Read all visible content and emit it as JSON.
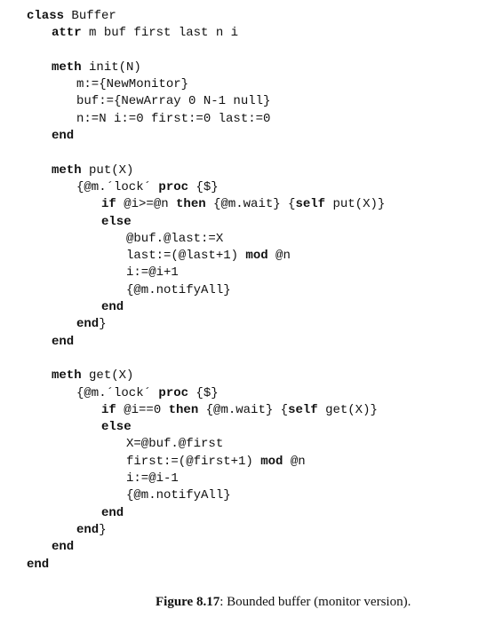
{
  "code": {
    "lines": [
      {
        "indent": 30,
        "segs": [
          {
            "t": "class",
            "kw": true
          },
          {
            "t": " Buffer"
          }
        ]
      },
      {
        "indent": 58,
        "segs": [
          {
            "t": "attr",
            "kw": true
          },
          {
            "t": " m buf first last n i"
          }
        ]
      },
      {
        "blank": true
      },
      {
        "indent": 58,
        "segs": [
          {
            "t": "meth",
            "kw": true
          },
          {
            "t": " init(N)"
          }
        ]
      },
      {
        "indent": 86,
        "segs": [
          {
            "t": "m:={NewMonitor}"
          }
        ]
      },
      {
        "indent": 86,
        "segs": [
          {
            "t": "buf:={NewArray 0 N-1 null}"
          }
        ]
      },
      {
        "indent": 86,
        "segs": [
          {
            "t": "n:=N i:=0 first:=0 last:=0"
          }
        ]
      },
      {
        "indent": 58,
        "segs": [
          {
            "t": "end",
            "kw": true
          }
        ]
      },
      {
        "blank": true
      },
      {
        "indent": 58,
        "segs": [
          {
            "t": "meth",
            "kw": true
          },
          {
            "t": " put(X)"
          }
        ]
      },
      {
        "indent": 86,
        "segs": [
          {
            "t": "{@m.´lock´ "
          },
          {
            "t": "proc",
            "kw": true
          },
          {
            "t": " {$}"
          }
        ]
      },
      {
        "indent": 114,
        "segs": [
          {
            "t": "if",
            "kw": true
          },
          {
            "t": " @i>=@n "
          },
          {
            "t": "then",
            "kw": true
          },
          {
            "t": " {@m.wait} {"
          },
          {
            "t": "self",
            "kw": true
          },
          {
            "t": " put(X)}"
          }
        ]
      },
      {
        "indent": 114,
        "segs": [
          {
            "t": "else",
            "kw": true
          }
        ]
      },
      {
        "indent": 142,
        "segs": [
          {
            "t": "@buf.@last:=X"
          }
        ]
      },
      {
        "indent": 142,
        "segs": [
          {
            "t": "last:=(@last+1) "
          },
          {
            "t": "mod",
            "kw": true
          },
          {
            "t": " @n"
          }
        ]
      },
      {
        "indent": 142,
        "segs": [
          {
            "t": "i:=@i+1"
          }
        ]
      },
      {
        "indent": 142,
        "segs": [
          {
            "t": "{@m.notifyAll}"
          }
        ]
      },
      {
        "indent": 114,
        "segs": [
          {
            "t": "end",
            "kw": true
          }
        ]
      },
      {
        "indent": 86,
        "segs": [
          {
            "t": "end",
            "kw": true
          },
          {
            "t": "}"
          }
        ]
      },
      {
        "indent": 58,
        "segs": [
          {
            "t": "end",
            "kw": true
          }
        ]
      },
      {
        "blank": true
      },
      {
        "indent": 58,
        "segs": [
          {
            "t": "meth",
            "kw": true
          },
          {
            "t": " get(X)"
          }
        ]
      },
      {
        "indent": 86,
        "segs": [
          {
            "t": "{@m.´lock´ "
          },
          {
            "t": "proc",
            "kw": true
          },
          {
            "t": " {$}"
          }
        ]
      },
      {
        "indent": 114,
        "segs": [
          {
            "t": "if",
            "kw": true
          },
          {
            "t": " @i==0 "
          },
          {
            "t": "then",
            "kw": true
          },
          {
            "t": " {@m.wait} {"
          },
          {
            "t": "self",
            "kw": true
          },
          {
            "t": " get(X)}"
          }
        ]
      },
      {
        "indent": 114,
        "segs": [
          {
            "t": "else",
            "kw": true
          }
        ]
      },
      {
        "indent": 142,
        "segs": [
          {
            "t": "X=@buf.@first"
          }
        ]
      },
      {
        "indent": 142,
        "segs": [
          {
            "t": "first:=(@first+1) "
          },
          {
            "t": "mod",
            "kw": true
          },
          {
            "t": " @n"
          }
        ]
      },
      {
        "indent": 142,
        "segs": [
          {
            "t": "i:=@i-1"
          }
        ]
      },
      {
        "indent": 142,
        "segs": [
          {
            "t": "{@m.notifyAll}"
          }
        ]
      },
      {
        "indent": 114,
        "segs": [
          {
            "t": "end",
            "kw": true
          }
        ]
      },
      {
        "indent": 86,
        "segs": [
          {
            "t": "end",
            "kw": true
          },
          {
            "t": "}"
          }
        ]
      },
      {
        "indent": 58,
        "segs": [
          {
            "t": "end",
            "kw": true
          }
        ]
      },
      {
        "indent": 30,
        "segs": [
          {
            "t": "end",
            "kw": true
          }
        ]
      }
    ]
  },
  "caption": {
    "label": "Figure 8.17",
    "text": ": Bounded buffer (monitor version)."
  }
}
